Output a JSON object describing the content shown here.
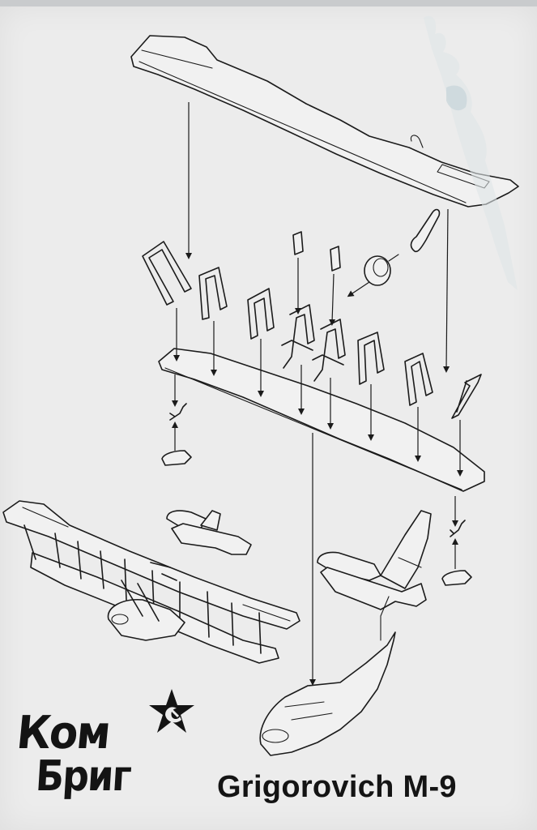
{
  "sheet": {
    "background": "#ececec",
    "ink_color": "#1b1b1b"
  },
  "brand": {
    "line_1": "Ком",
    "line_2": "Бриг",
    "emblem_icon": "red-star-hammer-sickle-icon"
  },
  "model": {
    "title": "Grigorovich M-9"
  },
  "diagram": {
    "parts": [
      "upper-wing",
      "interplane-strut-pair-1",
      "interplane-strut-pair-2",
      "center-strut-1",
      "cabane-strut-left",
      "cabane-strut-right",
      "center-strut-2",
      "interplane-strut-pair-3",
      "interplane-strut-pair-4",
      "cabane-block-1",
      "cabane-block-2",
      "engine-with-propeller",
      "lower-wing",
      "wingtip-float-bracket-left",
      "wingtip-float-left",
      "wingtip-float-bracket-right",
      "wingtip-float-right",
      "hull",
      "assembled-aircraft-view",
      "tail-assembly-view"
    ]
  }
}
